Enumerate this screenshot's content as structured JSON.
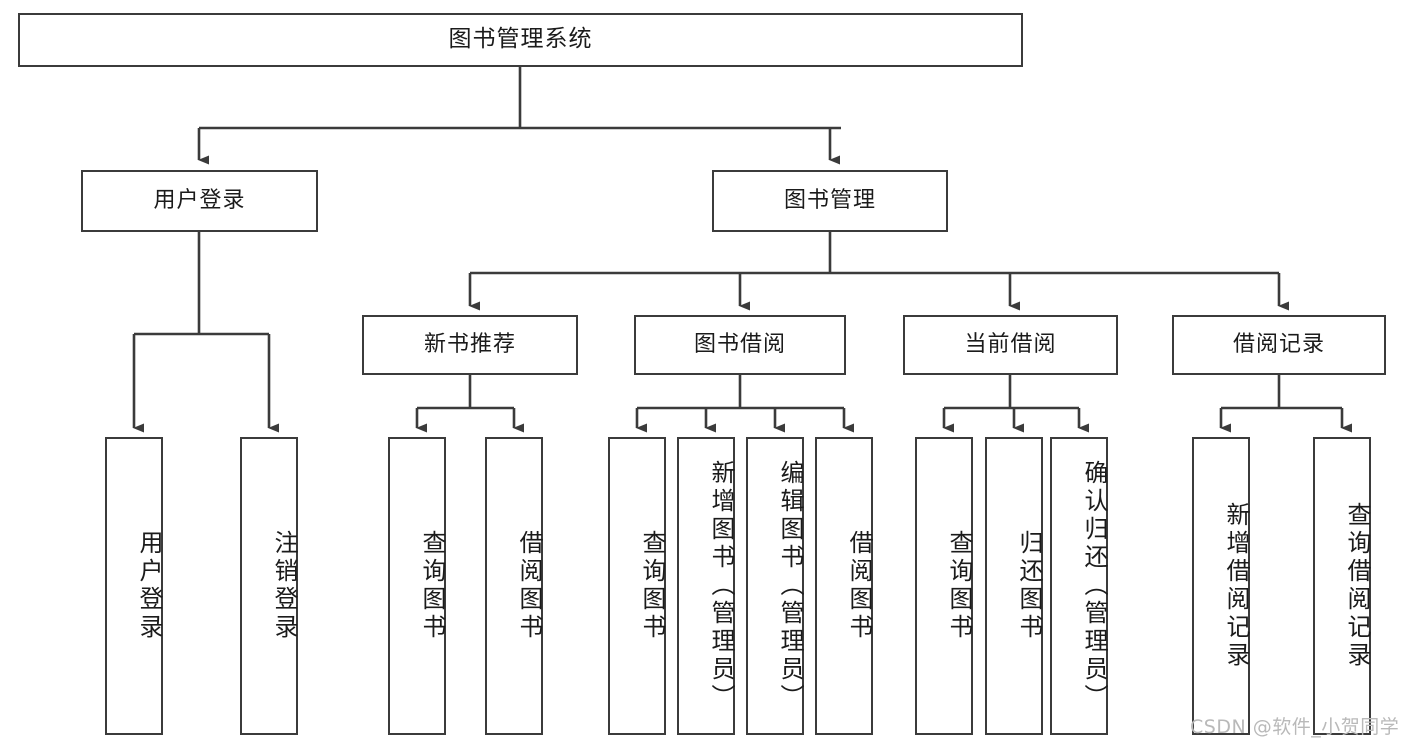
{
  "diagram": {
    "title": "图书管理系统",
    "type": "hierarchy-tree",
    "orientation": "top-down",
    "colors": {
      "box_border": "#3b3b3b",
      "box_fill": "#ffffff",
      "edge": "#3b3b3b",
      "text": "#1b1b1b",
      "watermark": "#b9b9b9",
      "background": "#ffffff"
    },
    "levels": {
      "root": {
        "label": "图书管理系统"
      },
      "level2": [
        {
          "id": "user-login",
          "label": "用户登录"
        },
        {
          "id": "book-management",
          "label": "图书管理"
        }
      ],
      "level3": [
        {
          "id": "new-book-recommend",
          "label": "新书推荐",
          "parent": "book-management"
        },
        {
          "id": "book-borrow",
          "label": "图书借阅",
          "parent": "book-management"
        },
        {
          "id": "current-borrow",
          "label": "当前借阅",
          "parent": "book-management"
        },
        {
          "id": "borrow-record",
          "label": "借阅记录",
          "parent": "book-management"
        }
      ],
      "leaves": [
        {
          "id": "leaf-user-login",
          "label": "用户登录",
          "parent": "user-login"
        },
        {
          "id": "leaf-logout-login",
          "label": "注销登录",
          "parent": "user-login"
        },
        {
          "id": "leaf-query-book-1",
          "label": "查询图书",
          "parent": "new-book-recommend"
        },
        {
          "id": "leaf-borrow-book-1",
          "label": "借阅图书",
          "parent": "new-book-recommend"
        },
        {
          "id": "leaf-query-book-2",
          "label": "查询图书",
          "parent": "book-borrow"
        },
        {
          "id": "leaf-add-book-admin",
          "label": "新增图书（管理员）",
          "parent": "book-borrow"
        },
        {
          "id": "leaf-edit-book-admin",
          "label": "编辑图书（管理员）",
          "parent": "book-borrow"
        },
        {
          "id": "leaf-borrow-book-2",
          "label": "借阅图书",
          "parent": "book-borrow"
        },
        {
          "id": "leaf-query-book-3",
          "label": "查询图书",
          "parent": "current-borrow"
        },
        {
          "id": "leaf-return-book",
          "label": "归还图书",
          "parent": "current-borrow"
        },
        {
          "id": "leaf-confirm-return-admin",
          "label": "确认归还（管理员）",
          "parent": "current-borrow"
        },
        {
          "id": "leaf-add-borrow-record",
          "label": "新增借阅记录",
          "parent": "borrow-record"
        },
        {
          "id": "leaf-query-borrow-record",
          "label": "查询借阅记录",
          "parent": "borrow-record"
        }
      ]
    }
  },
  "watermark": {
    "text": "CSDN @软件_小贺同学"
  }
}
